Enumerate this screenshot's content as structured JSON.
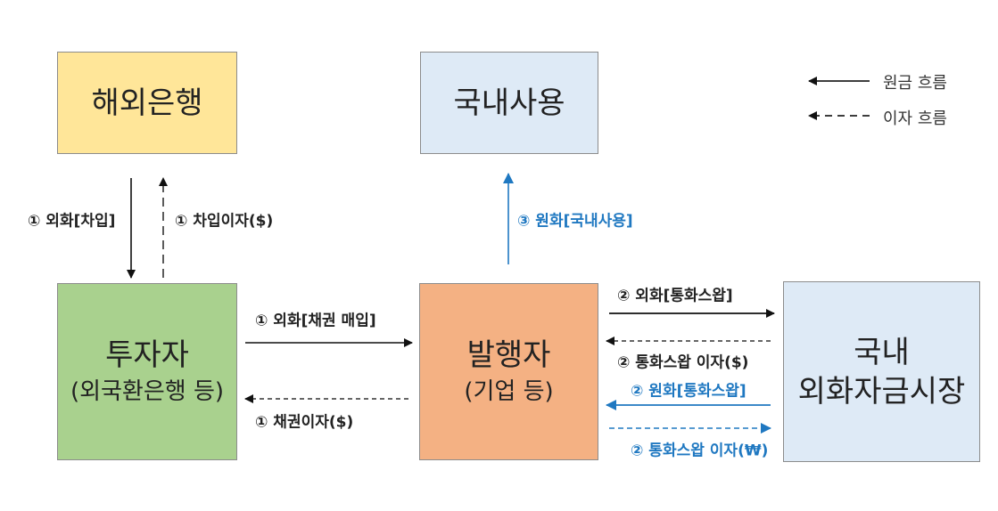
{
  "boxes": {
    "overseas_bank": {
      "title": "해외은행"
    },
    "domestic_use": {
      "title": "국내사용"
    },
    "investor": {
      "title": "투자자",
      "subtitle": "(외국환은행 등)"
    },
    "issuer": {
      "title": "발행자",
      "subtitle": "(기업 등)"
    },
    "fx_market": {
      "title_line1": "국내",
      "title_line2": "외화자금시장"
    }
  },
  "flows": {
    "fx_borrowing": "① 외화[차입]",
    "borrowing_interest": "① 차입이자($)",
    "krw_domestic_use": "③ 원화[국내사용]",
    "fx_bond_purchase": "① 외화[채권 매입]",
    "bond_interest": "① 채권이자($)",
    "fx_swap": "② 외화[통화스왑]",
    "swap_interest_usd": "② 통화스왑 이자($)",
    "krw_swap": "② 원화[통화스왑]",
    "swap_interest_krw": "② 통화스왑 이자(₩)"
  },
  "legend": {
    "principal": "원금 흐름",
    "interest": "이자 흐름"
  },
  "colors": {
    "overseas_bank": "#FFE699",
    "domestic_use": "#DEEAF6",
    "investor": "#A9D18E",
    "issuer": "#F4B183",
    "fx_market": "#DEEAF6",
    "blue": "#1F78C1"
  }
}
